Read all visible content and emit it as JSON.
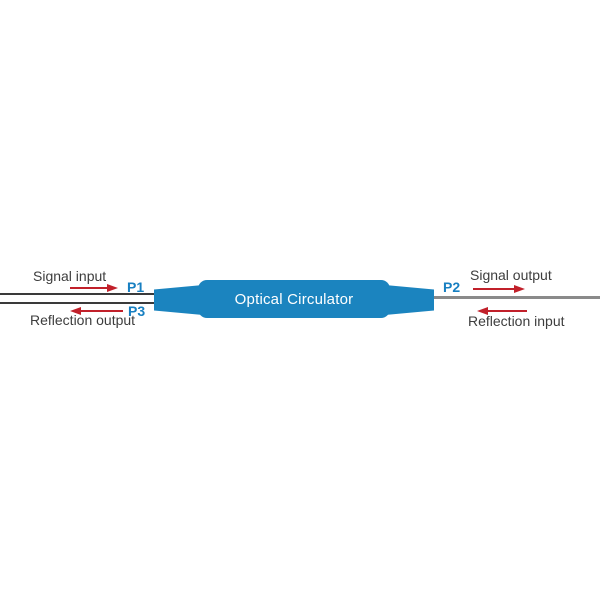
{
  "device": {
    "label": "Optical Circulator"
  },
  "left": {
    "signal_label": "Signal input",
    "port_top": "P1",
    "port_bottom": "P3",
    "reflection_label": "Reflection output"
  },
  "right": {
    "signal_label": "Signal output",
    "port": "P2",
    "reflection_label": "Reflection input"
  },
  "colors": {
    "device_blue": "#1b84bf",
    "port_label_blue": "#177fc1",
    "arrow_red": "#c1202a",
    "fiber_dark": "#3a3a3a",
    "fiber_gray": "#8a8a8a",
    "label_text": "#3d3d3d",
    "background": "#ffffff"
  }
}
